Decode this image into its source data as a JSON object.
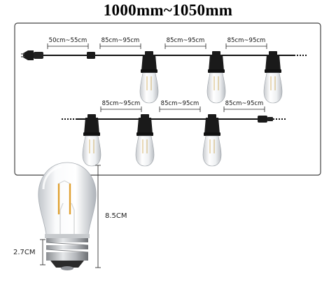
{
  "title": "1000mm~1050mm",
  "segments": {
    "plug_to_first": "50cm~55cm",
    "spacing": "85cm~95cm"
  },
  "bulb": {
    "height": "8.5CM",
    "base_width": "2.7CM"
  },
  "colors": {
    "cable": "#111111",
    "socket": "#1a1a1a",
    "frame": "#444444",
    "filament": "#e0a030"
  }
}
